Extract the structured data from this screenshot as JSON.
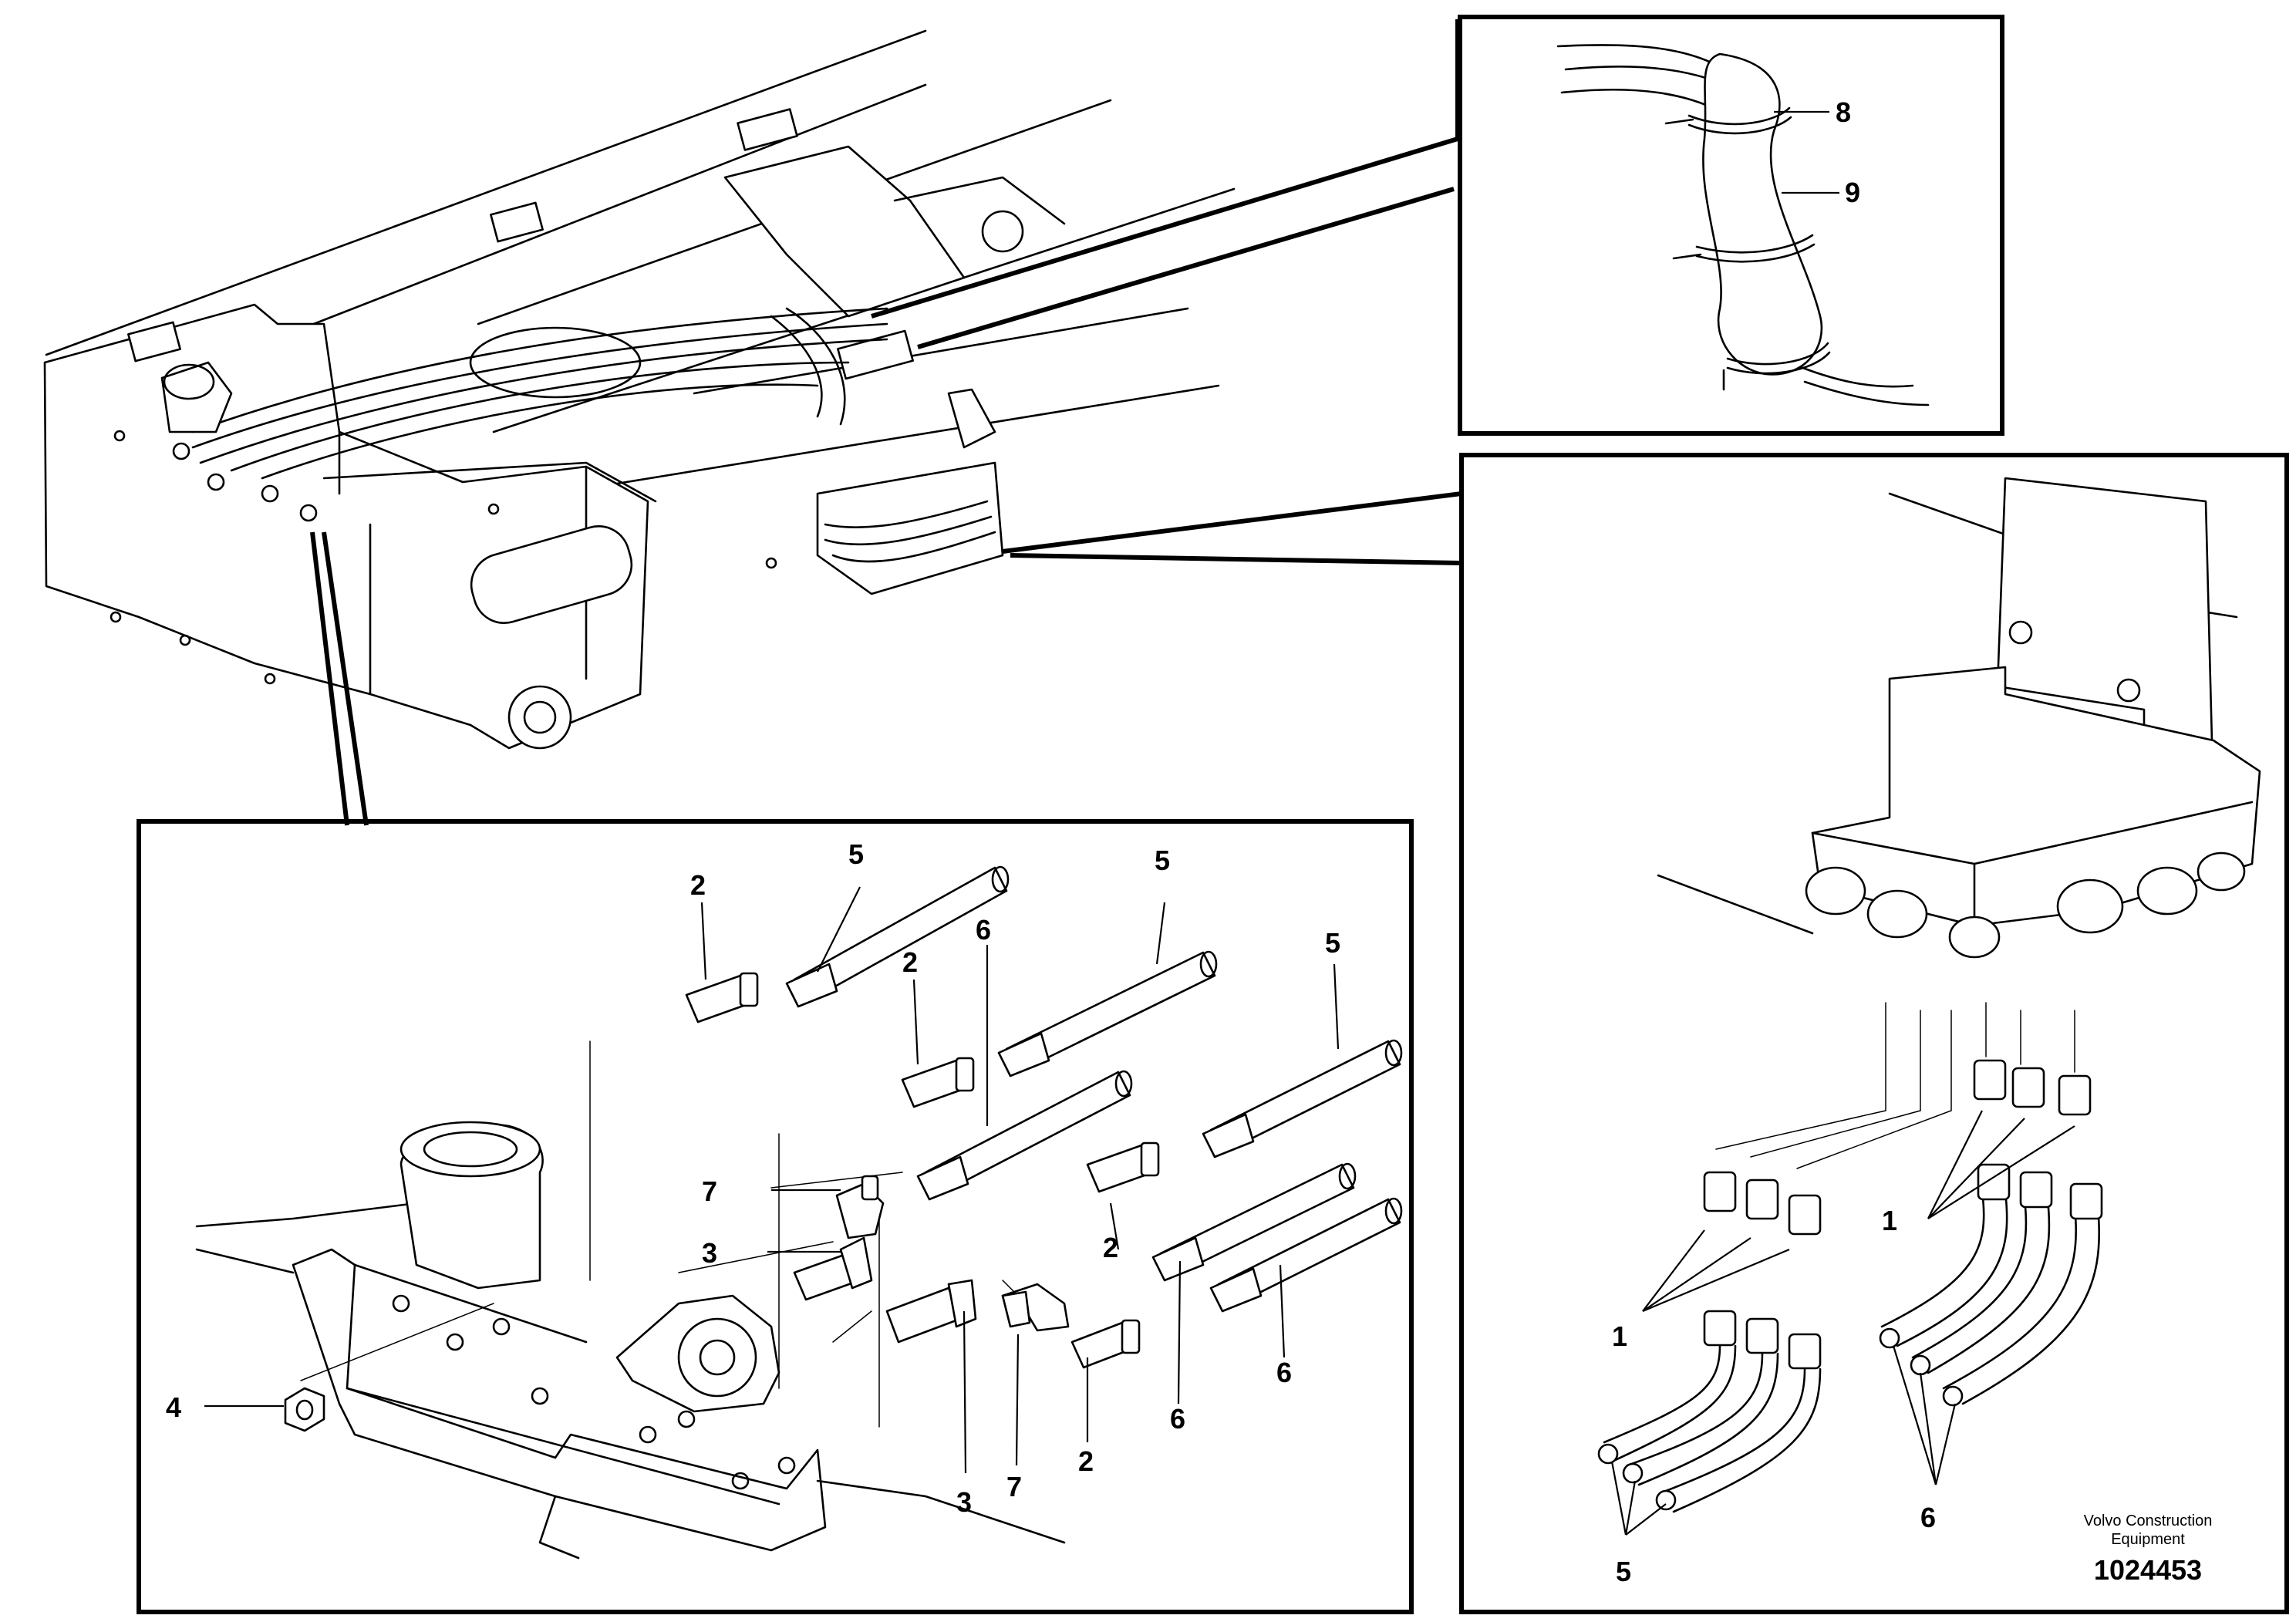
{
  "callouts": {
    "detail_hose": {
      "clamp": "8",
      "sleeve": "9"
    },
    "detail_fittings": {
      "nipple_a": "2",
      "hose_top": "5",
      "hose_mid": "5",
      "nipple_b": "2",
      "pipe_mid": "6",
      "hose_right": "5",
      "elbow_a": "7",
      "adapter_a": "3",
      "nipple_c": "2",
      "nut": "4",
      "adapter_b": "3",
      "elbow_b": "7",
      "nipple_d": "2",
      "pipe_lower": "6",
      "pipe_right": "6"
    },
    "detail_valve": {
      "adapters_left": "1",
      "adapters_right": "1",
      "hoses": "5",
      "pipes": "6"
    }
  },
  "footer": {
    "brand_line1": "Volvo Construction",
    "brand_line2": "Equipment",
    "doc_number": "1024453"
  }
}
